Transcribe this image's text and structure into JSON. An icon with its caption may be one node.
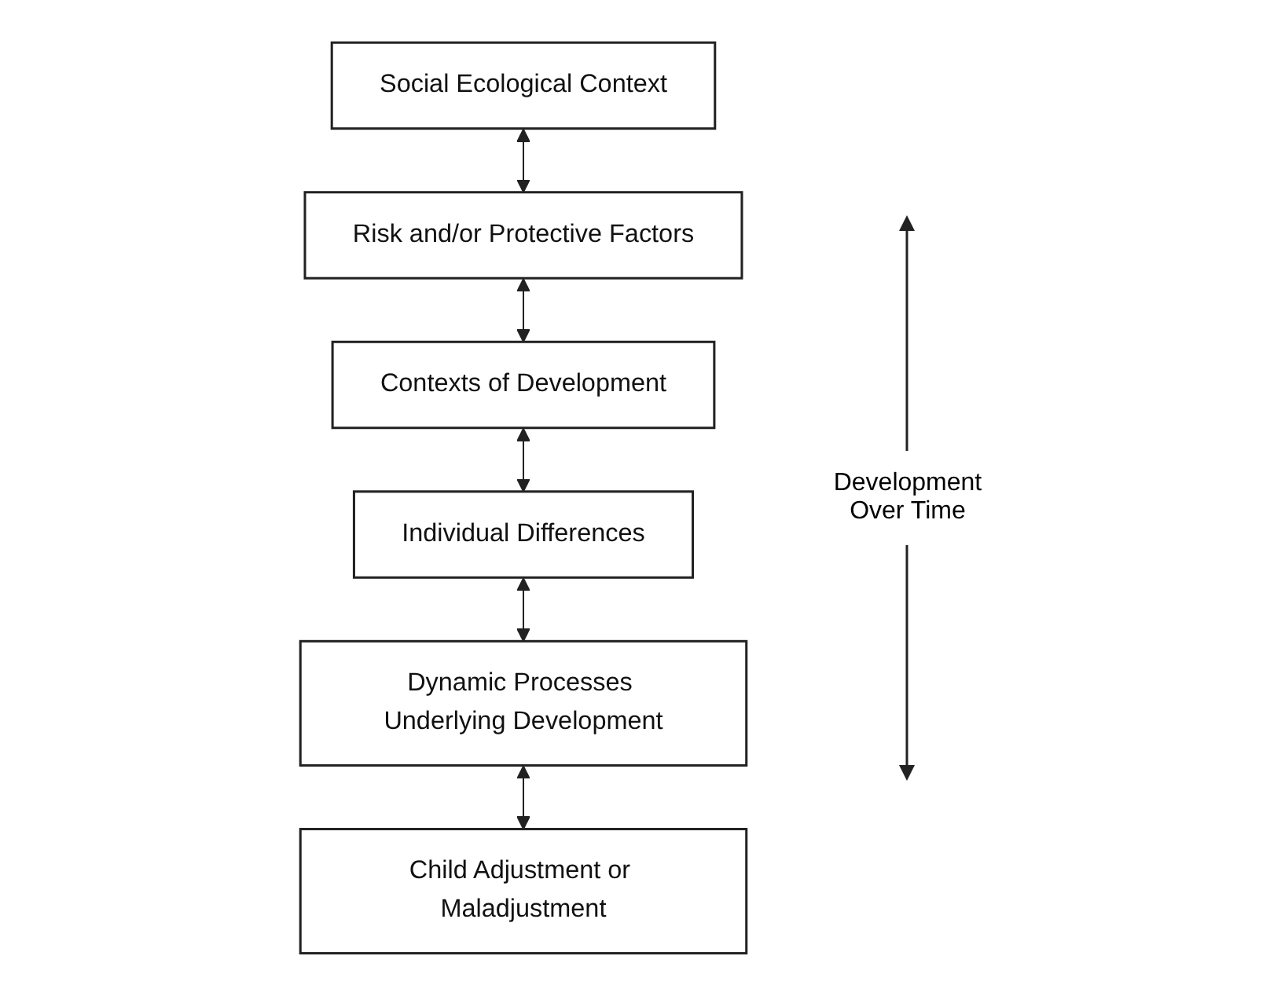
{
  "diagram": {
    "nodes": [
      {
        "text": [
          "Social Ecological Context"
        ]
      },
      {
        "text": [
          "Risk and/or Protective Factors"
        ]
      },
      {
        "text": [
          "Contexts of Development"
        ]
      },
      {
        "text": [
          "Individual Differences"
        ]
      },
      {
        "text": [
          "Dynamic Processes Underlying Development"
        ]
      },
      {
        "text": [
          "Child Adjustment or Maladjustment"
        ]
      }
    ],
    "edges": [
      {
        "from": 0,
        "to": 1,
        "arrow": "both"
      },
      {
        "from": 1,
        "to": 2,
        "arrow": "both"
      },
      {
        "from": 2,
        "to": 3,
        "arrow": "both"
      },
      {
        "from": 3,
        "to": 4,
        "arrow": "both"
      },
      {
        "from": 4,
        "to": 5,
        "arrow": "both"
      }
    ],
    "labels": [
      "Development Over Time"
    ]
  }
}
